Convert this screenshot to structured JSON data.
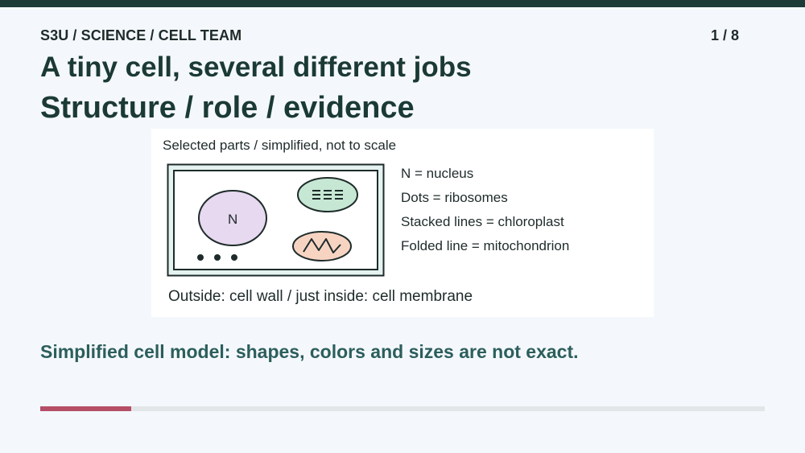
{
  "header": {
    "breadcrumb": "S3U / SCIENCE / CELL TEAM",
    "page_count": "1 / 8"
  },
  "slide": {
    "title": "A tiny cell, several different jobs",
    "subtitle": "Structure / role / evidence"
  },
  "diagram": {
    "caption": "Selected parts / simplified, not to scale",
    "nucleus_label": "N",
    "legend": [
      "N = nucleus",
      "Dots = ribosomes",
      "Stacked lines = chloroplast",
      "Folded line = mitochondrion"
    ],
    "footnote": "Outside: cell wall / just inside: cell membrane",
    "colors": {
      "nucleus": "#e7d9f0",
      "chloroplast": "#c5e7d3",
      "mitochondrion": "#f7d4c2",
      "cytoplasm": "#e4f3f0",
      "outline": "#1e2b2a"
    }
  },
  "footer": {
    "note": "Simplified cell model: shapes, colors and sizes are not exact."
  },
  "progress": {
    "fraction": 0.125,
    "color": "#b54e67"
  },
  "colors": {
    "top_bar": "#1b3a38",
    "background": "#f4f8fc",
    "heading": "#1b3a35",
    "note": "#2c5e5c"
  }
}
